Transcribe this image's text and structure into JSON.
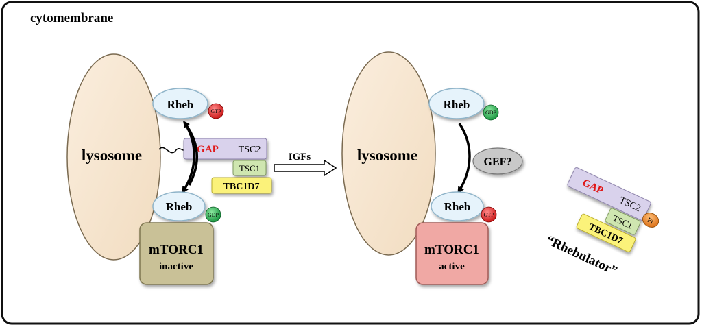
{
  "title": "cytomembrane",
  "left_panel": {
    "lysosome": "lysosome",
    "rheb_top": "Rheb",
    "rheb_top_nucleotide": "GTP",
    "gap": "GAP",
    "tsc2": "TSC2",
    "tsc1": "TSC1",
    "tbc1d7": "TBC1D7",
    "rheb_bottom": "Rheb",
    "rheb_bottom_nucleotide": "GDP",
    "mtorc1": "mTORC1",
    "mtorc1_state": "inactive"
  },
  "arrow_label": "IGFs",
  "middle_panel": {
    "lysosome": "lysosome",
    "rheb_top": "Rheb",
    "rheb_top_nucleotide": "GDP",
    "gef": "GEF?",
    "rheb_bottom": "Rheb",
    "rheb_bottom_nucleotide": "GTP",
    "mtorc1": "mTORC1",
    "mtorc1_state": "active"
  },
  "right_panel": {
    "gap": "GAP",
    "tsc2": "TSC2",
    "tsc1": "TSC1",
    "tbc1d7": "TBC1D7",
    "phosphate": "Pi",
    "label": "“Rhebulator”"
  },
  "colors": {
    "lysosome": "#f7e6d0",
    "rheb": "#e6f3fb",
    "gtp": "#e02020",
    "gdp": "#1aa84a",
    "tsc2": "#d9d2ec",
    "tsc1": "#cfe6b0",
    "tbc1d7": "#fbf27a",
    "mtorc1_inactive": "#c9c197",
    "mtorc1_active": "#f0a8a4",
    "gef": "#c8c8c8",
    "phosphate": "#ee8a22",
    "gap_text": "#e01818"
  }
}
